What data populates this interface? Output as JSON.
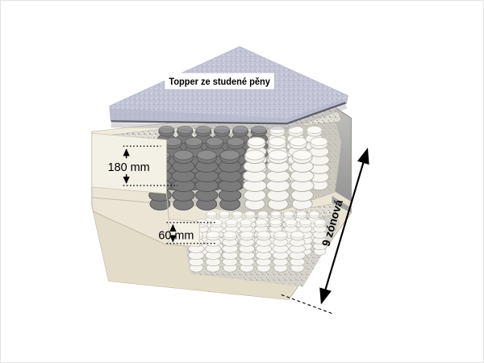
{
  "diagram": {
    "topper_label": "Topper ze studené pěny",
    "upper_layer_height": "180 mm",
    "lower_layer_height": "60 mm",
    "zones_label": "9 zónová"
  },
  "colors": {
    "background": "#ffffff",
    "topper": "#c2c4d6",
    "foam_body": "#eae5d5",
    "cut_face": "#f3f0e5",
    "spring_dark": "#7b7b7b",
    "spring_white": "#f6f5f1",
    "side_panel_gray": "#a8a8a6",
    "annotation": "#000000"
  }
}
